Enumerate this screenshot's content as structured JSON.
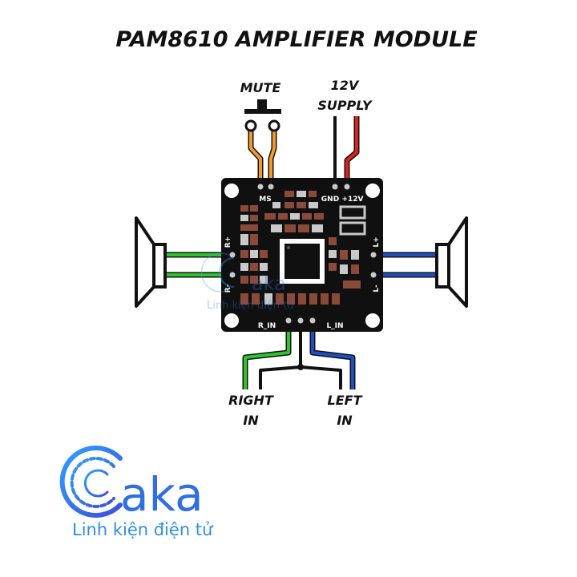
{
  "title": "PAM8610 AMPLIFIER MODULE",
  "labels": {
    "mute": "MUTE",
    "supply_line1": "12V",
    "supply_line2": "SUPPLY",
    "right_in_line1": "RIGHT",
    "right_in_line2": "IN",
    "left_in_line1": "LEFT",
    "left_in_line2": "IN"
  },
  "pcb": {
    "ms": "MS",
    "gnd": "GND",
    "plus12v": "+12V",
    "r_plus": "R+",
    "r_minus": "R-",
    "l_plus": "L+",
    "l_minus": "L-",
    "r_in": "R_IN",
    "l_in": "L_IN"
  },
  "watermark": {
    "brand": "aka",
    "tagline": "Linh kiện điện tử"
  },
  "colors": {
    "pcb": "#101010",
    "pad": "#c9c9c9",
    "component": "#8a4a3a",
    "wire_orange": "#f39a2a",
    "wire_red": "#e02020",
    "wire_black": "#111111",
    "wire_green": "#2cc52c",
    "wire_blue": "#1d4fc4",
    "brand_blue": "#2f6fe0"
  }
}
